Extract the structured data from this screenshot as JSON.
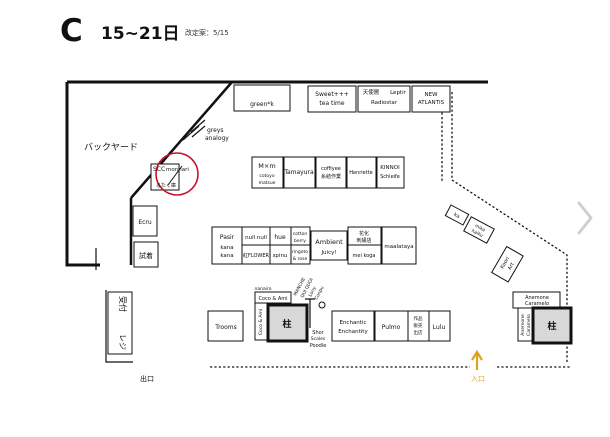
{
  "header": {
    "letter": "C",
    "dates": "15~21日",
    "note": "改定案：5/15"
  },
  "areas": {
    "backyard": "バックヤード",
    "fitting": "試着",
    "register_1": "受付",
    "register_2": "レジ",
    "exit": "出口",
    "entrance": "入口"
  },
  "booths": {
    "green": "green*k",
    "sweet_1": "Sweet+++",
    "sweet_2": "tea time",
    "tenshi": "天使層",
    "radiostar": "Radiostar",
    "leptir": "Leptir",
    "newatl_1": "NEW",
    "newatl_2": "ATLANTIS",
    "greys_1": "greys",
    "greys_2": "analogy",
    "scc": "SCC",
    "monhari": "monhari",
    "ruta": "るたく庫",
    "mxm": "M×m",
    "cotoyo": "cotoyo",
    "matsue": "matsue",
    "tamayura": "Tamayura",
    "coffiyee": "coffiyee",
    "jishu": "糸結作業",
    "henriette": "Henriette",
    "kinnoi": "KINNOI",
    "schleife": "Schleife",
    "ecru": "Ecru",
    "pasir": "Pasir",
    "kana_1": "kana",
    "kana_2": "kana",
    "nullnull": "null null",
    "hue": "hue",
    "cotton_1": "cotton",
    "cotton_2": "berry",
    "saflower": "紅FLOWER",
    "spinu": "spinu",
    "ringoto_1": "ringoto",
    "ringoto_2": "& rose",
    "ambient_1": "Ambient",
    "ambient_2": "Juicy!",
    "kake_1": "花化",
    "kake_2": "刺繍店",
    "meikoga": "mei koga",
    "maalataya": "maalataya",
    "haiku_1": "mika",
    "haiku_2": "haiku",
    "ka": "ka",
    "kaori_1": "Kaori",
    "kaori_2": "Art",
    "anemone_1": "Anemone",
    "anemone_2": "Caramelo",
    "anemone_v1": "Anemone",
    "anemone_v2": "Caramelo",
    "pillar_right": "柱",
    "nanairo": "nanairo",
    "coco_top": "Coco & Ami",
    "coco_side": "Coco & Ami",
    "pillar_center": "柱",
    "mancha": "MANCHE",
    "quoi": "QUI QUOI",
    "lony": "Lony",
    "conpu": "Conpu",
    "trooms": "Trooms",
    "shor_1": "Shor",
    "shor_2": "Scales",
    "shor_3": "Poodle",
    "enchant_1": "Enchantic",
    "enchant_2": "Enchantity",
    "pulmo": "Pulmo",
    "sakuhin_1": "作品",
    "sakuhin_2": "販売",
    "sakuhin_3": "出店",
    "lulu": "Lulu"
  }
}
